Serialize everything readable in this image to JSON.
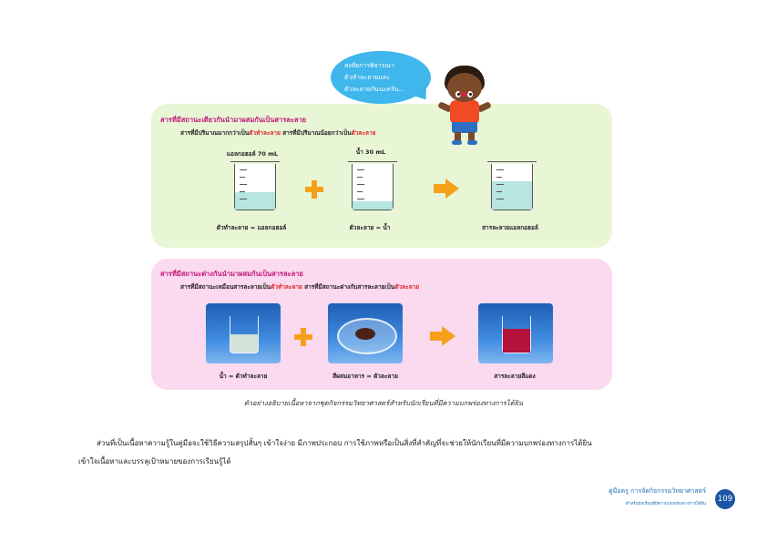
{
  "bubble": {
    "lines": [
      "สงสัยการพิจารณา",
      "ตัวทำละลายและ",
      "ตัวละลายกันนะครับ..."
    ]
  },
  "panel_same_state": {
    "title": "สารที่มีสถานะเดียวกันนำมาผสมกันเป็นสารละลาย",
    "subtitle": {
      "part1": "สารที่มีปริมาณมากกว่าเป็น",
      "red1": "ตัวทำละลาย",
      "part2": " สารที่มีปริมาณน้อยกว่าเป็น",
      "red2": "ตัวละลาย"
    },
    "items": [
      {
        "top_label": "แอลกอฮอล์ 70 mL",
        "bottom_label": "ตัวทำละลาย = แอลกอฮอล์",
        "fill": 0.38
      },
      {
        "top_label": "น้ำ 30 mL",
        "bottom_label": "ตัวละลาย = น้ำ",
        "fill": 0.18
      },
      {
        "top_label": "",
        "bottom_label": "สารละลายแอลกอฮอล์",
        "fill": 0.62
      }
    ]
  },
  "panel_diff_state": {
    "title": "สารที่มีสถานะต่างกันนำมาผสมกันเป็นสารละลาย",
    "subtitle": {
      "part1": "สารที่มีสถานะเหมือนสารละลายเป็น",
      "red1": "ตัวทำละลาย",
      "part2": " สารที่มีสถานะต่างกับสารละลายเป็น",
      "red2": "ตัวละลาย"
    },
    "items": [
      {
        "bottom_label": "น้ำ = ตัวทำละลาย"
      },
      {
        "bottom_label": "สีผสมอาหาร = ตัวละลาย"
      },
      {
        "bottom_label": "สารละลายสีแดง"
      }
    ]
  },
  "caption": "ตัวอย่างอธิบายเนื้อหาจากชุดกิจกรรมวิทยาศาสตร์สำหรับนักเรียนที่มีความบกพร่องทางการได้ยิน",
  "body": {
    "line1": "ส่วนที่เป็นเนื้อหาความรู้ในคู่มือจะใช้วิธีความสรุปสั้นๆ เข้าใจง่าย มีภาพประกอบ การใช้ภาพหรือเป็นสิ่งที่สำคัญที่จะช่วยให้นักเรียนที่มีความบกพร่องทางการได้ยิน",
    "line2": "เข้าใจเนื้อหาและบรรลุเป้าหมายของการเรียนรู้ได้"
  },
  "footer": {
    "title": "คู่มือครู การจัดกิจกรรมวิทยาศาสตร์",
    "subtitle": "สำหรับนักเรียนที่มีความบกพร่องทางการได้ยิน",
    "page_number": "109"
  },
  "colors": {
    "title_magenta": "#c2187b",
    "highlight_red": "#e0262c",
    "orange_symbol": "#f6a01a",
    "bubble_blue": "#3fb6ec",
    "green_panel": "#e8f6d6",
    "pink_panel": "#fbd9ef",
    "footer_blue": "#1c6fb8"
  },
  "icons": {
    "plus": "plus-icon",
    "arrow": "right-arrow-icon"
  }
}
